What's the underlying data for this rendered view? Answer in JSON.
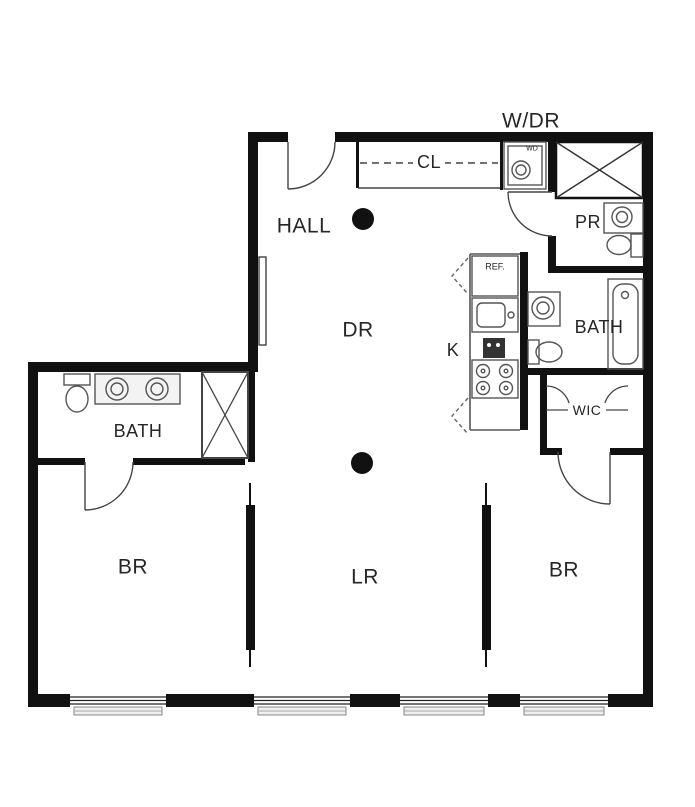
{
  "plan": {
    "labels": {
      "wdr": "W/DR",
      "cl": "CL",
      "hall": "HALL",
      "pr": "PR",
      "dr": "DR",
      "k": "K",
      "bath_right": "BATH",
      "wic": "WIC",
      "bath_left": "BATH",
      "br_left": "BR",
      "lr": "LR",
      "br_right": "BR",
      "ref": "REF.",
      "wd": "WD"
    },
    "colors": {
      "wall": "#111111",
      "fixture_line": "#555555",
      "door_line": "#444444",
      "label_text": "#262626",
      "background": "#ffffff"
    }
  }
}
